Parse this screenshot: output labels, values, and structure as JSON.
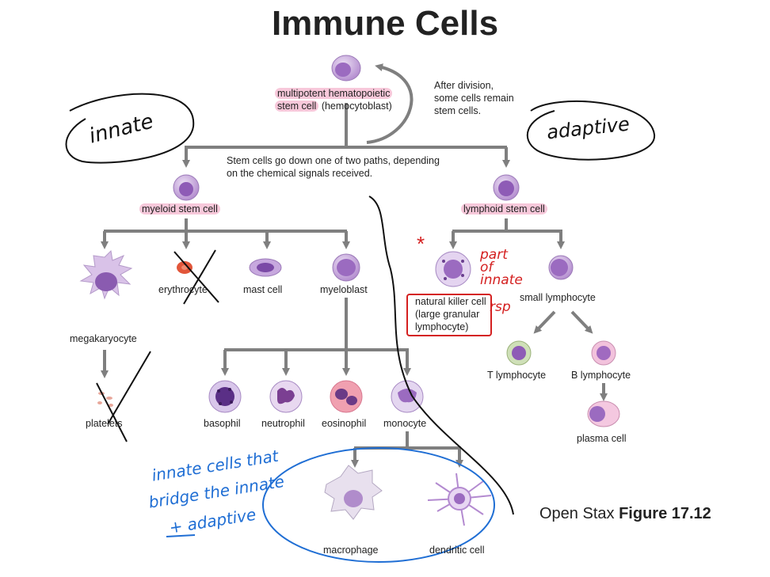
{
  "title": "Immune Cells",
  "stem_cell": {
    "label_highlight": "multipotent hematopoietic stem cell",
    "label_rest": "(hemocytoblast)",
    "line1": "multipotent hematopoietic",
    "line2_hl": "stem cell",
    "line2_rest": "(hemocytoblast)"
  },
  "notes": {
    "division_1": "After division,",
    "division_2": "some cells remain",
    "division_3": "stem cells.",
    "paths_1": "Stem cells go down one of two paths, depending",
    "paths_2": "on the chemical signals received."
  },
  "cells": {
    "myeloid_stem": "myeloid stem cell",
    "lymphoid_stem": "lymphoid stem cell",
    "megakaryocyte": "megakaryocyte",
    "erythrocyte": "erythrocyte",
    "mast_cell": "mast cell",
    "myeloblast": "myeloblast",
    "platelets": "platelets",
    "basophil": "basophil",
    "neutrophil": "neutrophil",
    "eosinophil": "eosinophil",
    "monocyte": "monocyte",
    "macrophage": "macrophage",
    "dendritic_cell": "dendritic cell",
    "nk_1": "natural killer cell",
    "nk_2": "(large granular",
    "nk_3": "lymphocyte)",
    "small_lymphocyte": "small lymphocyte",
    "t_lymphocyte": "T lymphocyte",
    "b_lymphocyte": "B lymphocyte",
    "plasma_cell": "plasma cell"
  },
  "annotations": {
    "innate": "innate",
    "adaptive": "adaptive",
    "part_of_innate_1": "part",
    "part_of_innate_2": "of",
    "part_of_innate_3": "innate",
    "part_of_innate_4": "rsp",
    "star": "*",
    "bridge_1": "innate cells that",
    "bridge_2": "bridge the innate",
    "bridge_3": "+ adaptive"
  },
  "credit": {
    "prefix": "Open Stax",
    "figure": "Figure 17.12"
  },
  "colors": {
    "arrow": "#808080",
    "highlight": "#f7c8da",
    "cell_purple": "#9b6bc0",
    "ink_black": "#111111",
    "ink_red": "#d42020",
    "ink_blue": "#1f6ed4"
  }
}
